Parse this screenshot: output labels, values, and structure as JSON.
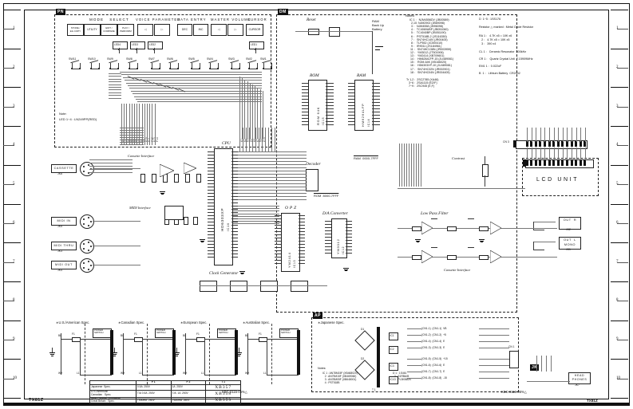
{
  "sheet": {
    "title": "TX81Z",
    "model_label": "TX81Z",
    "bottom_right_code": "TX81Z",
    "board_code": "KBC-0115-05%△",
    "row_marks": [
      "1",
      "2",
      "3",
      "4",
      "5",
      "6",
      "7",
      "8",
      "9",
      "10"
    ]
  },
  "blocks": {
    "pn": "PN",
    "dm": "DM",
    "ap": "AP",
    "jk": "JK"
  },
  "panel": {
    "group_mode_select": "MODE   SELECT",
    "group_voice_parameter": "VOICE PARAMETER",
    "group_data_entry": "DATA ENTRY",
    "group_master_volume": "MASTER VOLUME",
    "group_cursor": "CURSOR",
    "keys": [
      {
        "name": "store-utility-key",
        "label": "STORE /\nEG COPY"
      },
      {
        "name": "utility-key",
        "label": "UTILITY"
      },
      {
        "name": "edit-compare-key",
        "label": "EDIT /\nCOMPARE"
      },
      {
        "name": "play-perform-key",
        "label": "PLAY /\nPERFORM"
      },
      {
        "name": "voice-param-left-key",
        "label": "◁"
      },
      {
        "name": "voice-param-right-key",
        "label": "▷"
      },
      {
        "name": "data-entry-dec-key",
        "label": "DEC"
      },
      {
        "name": "data-entry-inc-key",
        "label": "INC"
      },
      {
        "name": "master-volume-down-key",
        "label": "◁"
      },
      {
        "name": "master-volume-up-key",
        "label": "▷"
      },
      {
        "name": "cursor-key",
        "label": "CURSOR"
      }
    ],
    "leds": [
      "LED4",
      "LED3",
      "LED2",
      "LED1"
    ],
    "switches": [
      "SW11",
      "SW10",
      "SW9",
      "SW8",
      "SW7",
      "SW6",
      "SW5",
      "SW4",
      "SW3",
      "SW2",
      "SW1"
    ],
    "note_title": "Note:",
    "note_body": "LED 1~4 : LN249PP(RED)"
  },
  "notes": {
    "heading": "Notes:",
    "ic_heading": "IC 1 :",
    "ic_list": [
      "IC 1 :   NJM4556DV (JB00589)",
      "  2,10: NJM2902 (JB69098)",
      "  3 :   NJM4558 (JB96098)",
      "  4 :   TC4069UBP (JB051060)",
      "  5 :   TC4040BP (JB051190)",
      "  6 :   PST518B-2 (JS116350)",
      "  7 :   SN74HC14N (JR00405)",
      "  8 :   TLP552 (JC500410)",
      "  9 :   IR9011 (JS184961)",
      " 11 :   SN74HC138N (JR003959)",
      " 12 :   YM3012 (JT501906)",
      " 13 :   YM2414 (XB709601)",
      " 14 :   HM6264LFP-15 (JU489061)",
      " 15 :   ROM-64K (XB166020)",
      " 16 :   HD6303XP-10 (JU489081)",
      " 17 :   SN74HC32N (JR002901)",
      " 18 :   SN74HC04N (JR004405)"
    ],
    "tr_list": [
      "Tr 1,2 :  2SC2785 (XA46)",
      "   3~6 :  2SA1115 (EZ/F)",
      "   7~9 :  2SC945 (E,F)"
    ],
    "right_list": [
      "D  1~5 : 1SS176",
      "Resistor △ marked : Metal Oxide Resistor",
      "RA 1 :   4.7K x5 = 10K x6",
      "   2 :   4.7K x5 = 10K x5",
      "   3 :   390 x4",
      "CL 1 :   Ceramic Resonator  500kHz",
      "CR 1 :   Quartz Crystal Unit  7.15909MHz",
      "EM1 1 :  0.022uF",
      "B  1 :   Lithium Battery  CR2032"
    ]
  },
  "sections": {
    "reset": "Reset",
    "ram_backup": "RAM\nBack Up\nBattery",
    "rom": "ROM",
    "ram": "RAM",
    "cpu": "CPU",
    "opz": "OPZ",
    "decoder": "Decoder",
    "dac": "D/A Converter",
    "lpf": "Low Pass Filter",
    "cassette_if": "Cassette Interface",
    "cassette_if2": "Cassette Interface",
    "midi_if": "MIDI Interface",
    "clock_gen": "Clock Generator",
    "contrast": "Contrast",
    "lcd_unit": "LCD UNIT",
    "rom_addr": "ROM  8000-7FFF",
    "ram_addr": "RAM  0000-7FFF"
  },
  "chips": {
    "cpu_part": "HD6303XP",
    "cpu_ref": "IC16",
    "opz_part": "YM2414",
    "opz_ref": "IC13",
    "dac_part": "YM3012",
    "dac_ref": "IC12",
    "rom_part": "ROM 64K",
    "rom_ref": "IC15",
    "ram_part": "HM6264LFP",
    "ram_ref": "IC14"
  },
  "connectors": [
    {
      "name": "cassette-jack",
      "label": "CASSETTE",
      "ref": "JK6"
    },
    {
      "name": "midi-in-jack",
      "label": "MIDI  IN",
      "ref": "JK5"
    },
    {
      "name": "midi-thru-jack",
      "label": "MIDI THRU",
      "ref": "JK3"
    },
    {
      "name": "midi-out-jack",
      "label": "MIDI OUT",
      "ref": "JK4"
    },
    {
      "name": "out-r-jack",
      "label": "OUT  R",
      "ref": "JK2"
    },
    {
      "name": "out-l-mono-jack",
      "label": "OUT  L\nMONO",
      "ref": "JK1"
    },
    {
      "name": "headphones-jack",
      "label": "HEAD\nPHONES",
      "ref": "JK7"
    }
  ],
  "power": {
    "specs": [
      {
        "name": "us-american-spec",
        "label": "∗U.S./American Spec."
      },
      {
        "name": "canadian-spec",
        "label": "∗Canadian Spec."
      },
      {
        "name": "european-spec",
        "label": "∗European Spec."
      },
      {
        "name": "australian-spec",
        "label": "∗Australian Spec."
      },
      {
        "name": "japanese-spec",
        "label": "∗Japanese Spec."
      }
    ],
    "power_switch": "POWER\nSWITCH",
    "notes_heading": "Notes:",
    "notes": [
      "IC 1 : AN78M15F (XB468020)",
      "   2 : AN79M15F (XB469060)",
      "   3 : AN78M05F (XB648001)",
      "   4 : PST518B"
    ],
    "notes_right": [
      "D 1 : 1S461",
      "  2 : S1RBA/B",
      "  3 : PL3KB60N"
    ],
    "conn_rows": [
      "(CN1-1)  (CN1-1)  VB",
      "(CN1-2)  (CN1-2)  +5",
      "(CN1-4)  (CN1-4)  E",
      "(CN1-3)  (CN1-3)  E",
      "(CN1-5)  (CN1-5)  +15",
      "(CN1-6)  (CN1-6)  E",
      "(CN1-7)  (CN1-7)  E",
      "(CN1-8)  (CN1-8)  -15"
    ]
  },
  "fuse_table": {
    "headers": [
      "",
      "F 1",
      "F 2",
      "T 1"
    ],
    "rows": [
      {
        "region": "Japanese  Spec.",
        "f1": "0.5A  250V",
        "f2": "1A  250V",
        "t1": "XB357"
      },
      {
        "region": "U.S./American\nCanadian   Spec.",
        "f1": "T/A 0.5A  250V",
        "f2": "T/A  1A  250V",
        "t1": "XB358"
      },
      {
        "region": "West German /Australian\nGreat Britain   Spec.",
        "f1": "T500mA  250V",
        "f2": "T630mA  250V",
        "t1": "XB359"
      }
    ]
  }
}
